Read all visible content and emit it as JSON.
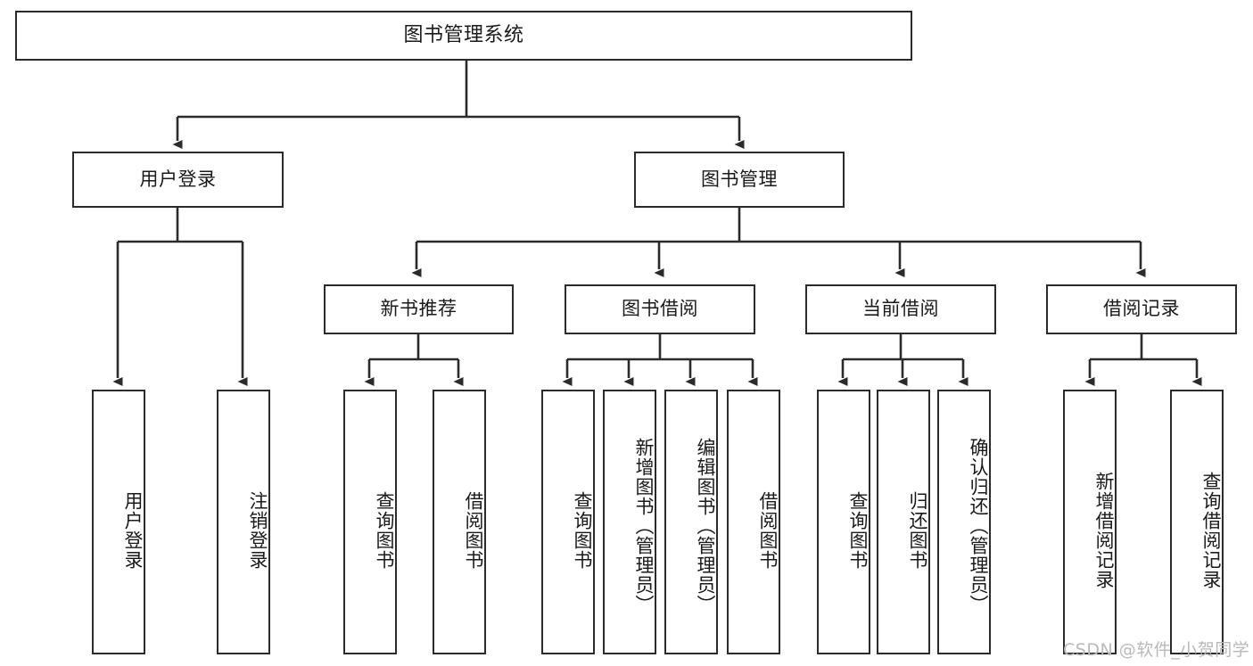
{
  "diagram": {
    "type": "tree-hierarchy",
    "title": "图书管理系统",
    "root": {
      "label": "图书管理系统"
    },
    "level2": [
      {
        "id": "user-login",
        "label": "用户登录"
      },
      {
        "id": "book-management",
        "label": "图书管理"
      }
    ],
    "level3": [
      {
        "id": "new-book-recommend",
        "label": "新书推荐",
        "parent": "book-management"
      },
      {
        "id": "book-borrow",
        "label": "图书借阅",
        "parent": "book-management"
      },
      {
        "id": "current-borrow",
        "label": "当前借阅",
        "parent": "book-management"
      },
      {
        "id": "borrow-record",
        "label": "借阅记录",
        "parent": "book-management"
      }
    ],
    "leaves": {
      "user-login": [
        {
          "id": "leaf-user-login",
          "label": "用户登录"
        },
        {
          "id": "leaf-logout",
          "label": "注销登录"
        }
      ],
      "new-book-recommend": [
        {
          "id": "leaf-query-book-1",
          "label": "查询图书"
        },
        {
          "id": "leaf-borrow-book-1",
          "label": "借阅图书"
        }
      ],
      "book-borrow": [
        {
          "id": "leaf-query-book-2",
          "label": "查询图书"
        },
        {
          "id": "leaf-add-book",
          "label": "新增图书（管理员）"
        },
        {
          "id": "leaf-edit-book",
          "label": "编辑图书（管理员）"
        },
        {
          "id": "leaf-borrow-book-2",
          "label": "借阅图书"
        }
      ],
      "current-borrow": [
        {
          "id": "leaf-query-book-3",
          "label": "查询图书"
        },
        {
          "id": "leaf-return-book",
          "label": "归还图书"
        },
        {
          "id": "leaf-confirm-return",
          "label": "确认归还（管理员）"
        }
      ],
      "borrow-record": [
        {
          "id": "leaf-add-record",
          "label": "新增借阅记录"
        },
        {
          "id": "leaf-query-record",
          "label": "查询借阅记录"
        }
      ]
    }
  },
  "watermark": {
    "text": "CSDN @软件_小贺同学"
  },
  "colors": {
    "stroke": "#2b2b2b",
    "box_fill": "#ffffff",
    "text": "#1a1a1a",
    "watermark": "#b9b9b9",
    "background": "#ffffff"
  }
}
